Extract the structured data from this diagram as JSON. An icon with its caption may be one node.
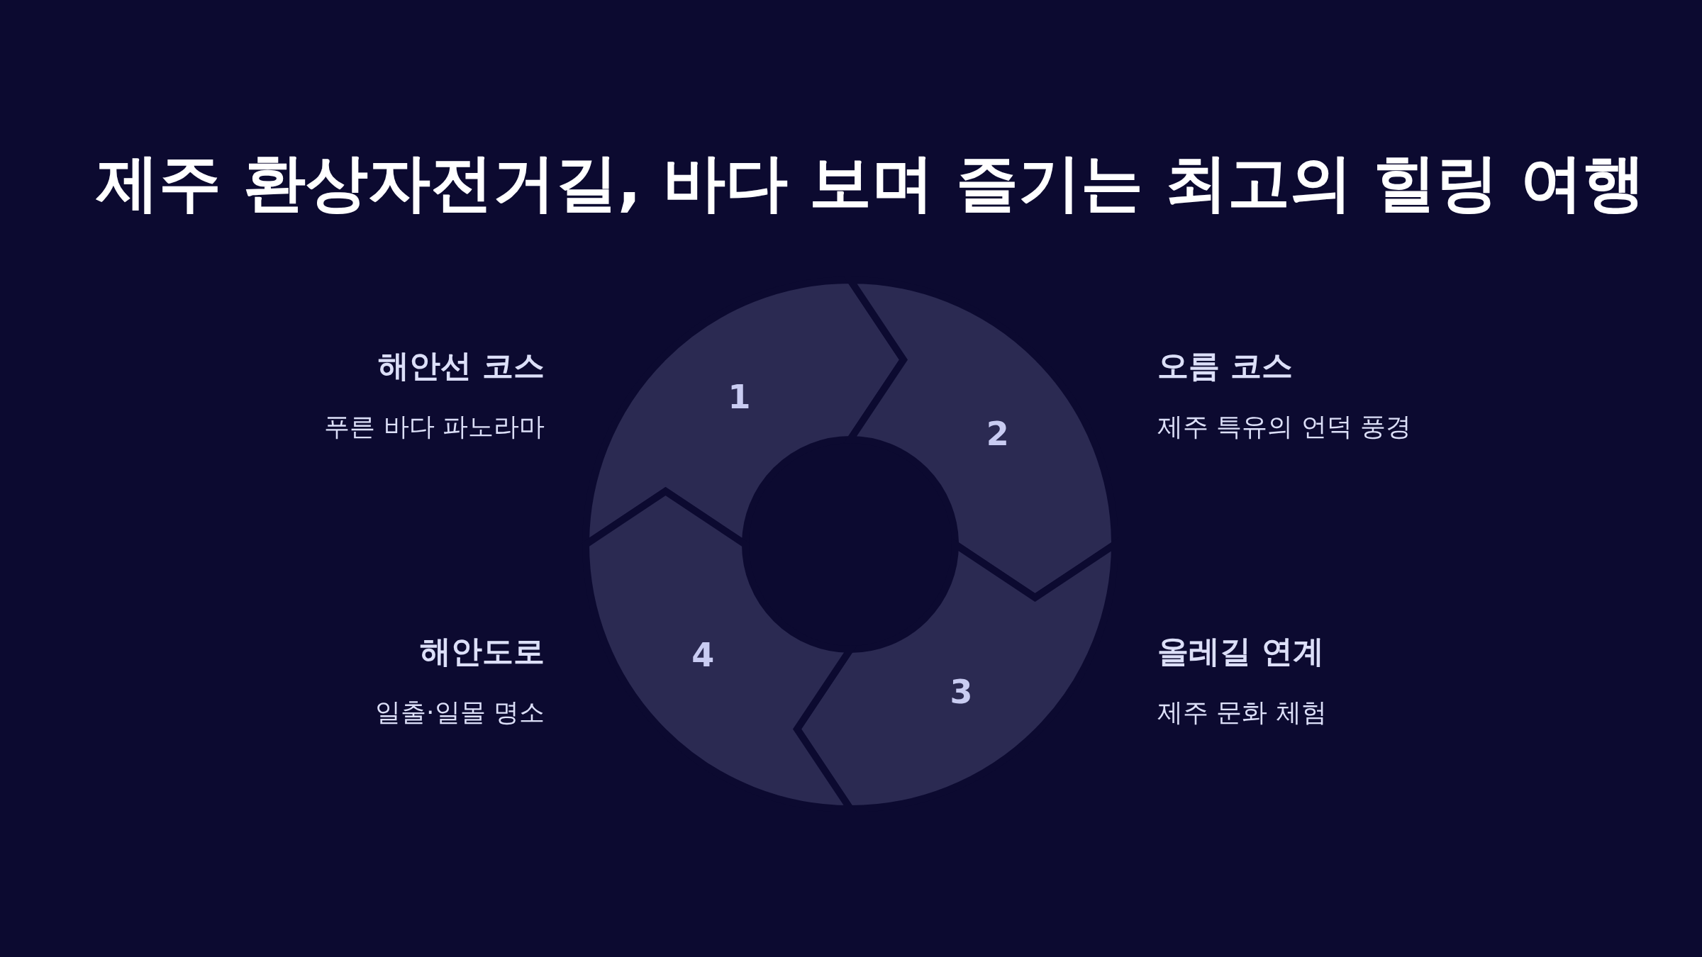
{
  "diagram": {
    "title": "제주 환상자전거길, 바다 보며 즐기는 최고의 힐링 여행",
    "nodes": [
      {
        "text": [
          "1"
        ],
        "beside": [
          "해안선 코스",
          "푸른 바다 파노라마"
        ]
      },
      {
        "text": [
          "2"
        ],
        "beside": [
          "오름 코스",
          "제주 특유의 언덕 풍경"
        ]
      },
      {
        "text": [
          "3"
        ],
        "beside": [
          "올레길 연계",
          "제주 문화 체험"
        ]
      },
      {
        "text": [
          "4"
        ],
        "beside": [
          "해안도로",
          "일출·일몰 명소"
        ]
      }
    ]
  }
}
